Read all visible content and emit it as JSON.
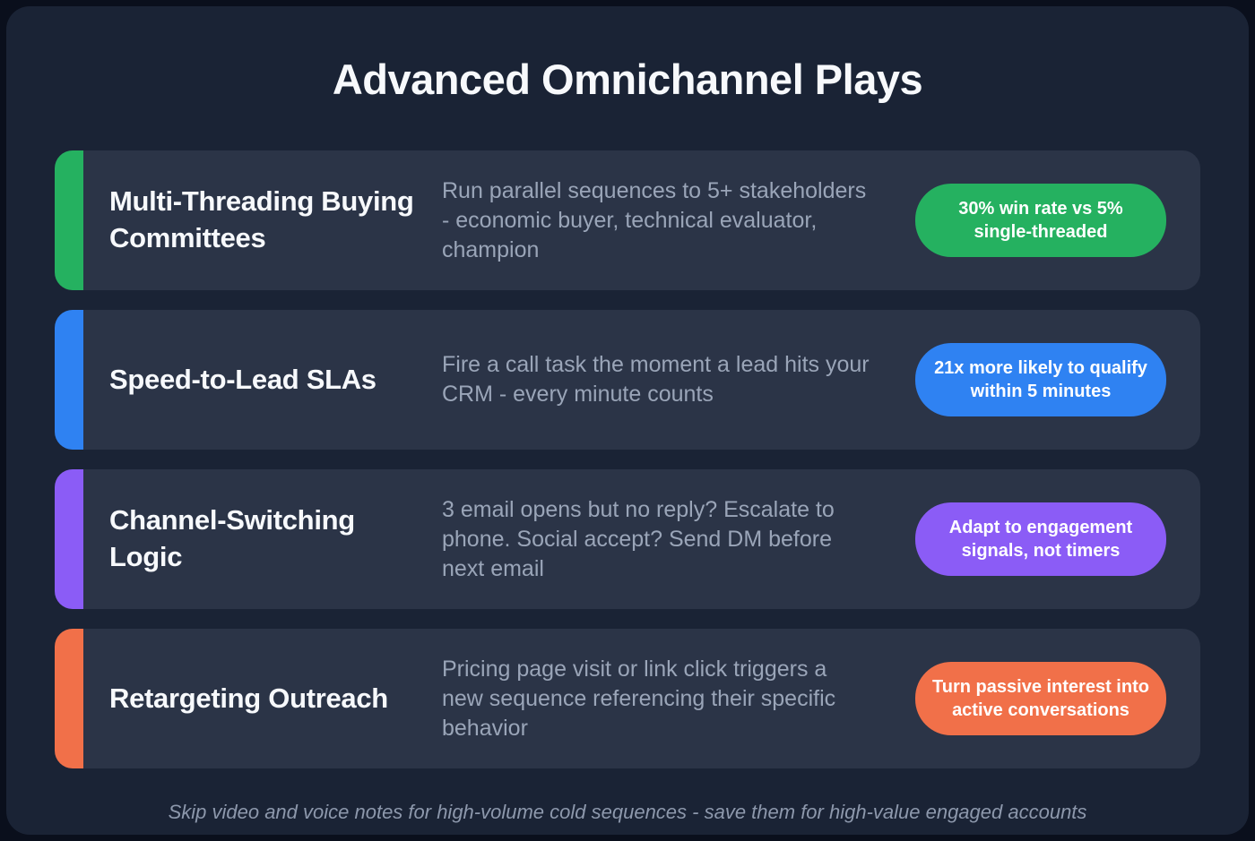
{
  "page": {
    "title": "Advanced Omnichannel Plays",
    "footer": "Skip video and voice notes for high-volume cold sequences - save them for high-value engaged accounts",
    "background_color": "#1a2335",
    "row_color": "#2b3447"
  },
  "rows": [
    {
      "title": "Multi-Threading Buying Committees",
      "description": "Run parallel sequences to 5+ stakeholders - economic buyer, technical evaluator, champion",
      "badge": "30% win rate vs 5% single-threaded",
      "accent_color": "#25b160",
      "badge_color": "#25b160"
    },
    {
      "title": "Speed-to-Lead SLAs",
      "description": "Fire a call task the moment a lead hits your CRM - every minute counts",
      "badge": "21x more likely to qualify within 5 minutes",
      "accent_color": "#2f82f2",
      "badge_color": "#2f82f2"
    },
    {
      "title": "Channel-Switching Logic",
      "description": "3 email opens but no reply? Escalate to phone. Social accept? Send DM before next email",
      "badge": "Adapt to engagement signals, not timers",
      "accent_color": "#8b5cf6",
      "badge_color": "#8b5cf6"
    },
    {
      "title": "Retargeting Outreach",
      "description": "Pricing page visit or link click triggers a new sequence referencing their specific behavior",
      "badge": "Turn passive interest into active conversations",
      "accent_color": "#f17049",
      "badge_color": "#f17049"
    }
  ]
}
